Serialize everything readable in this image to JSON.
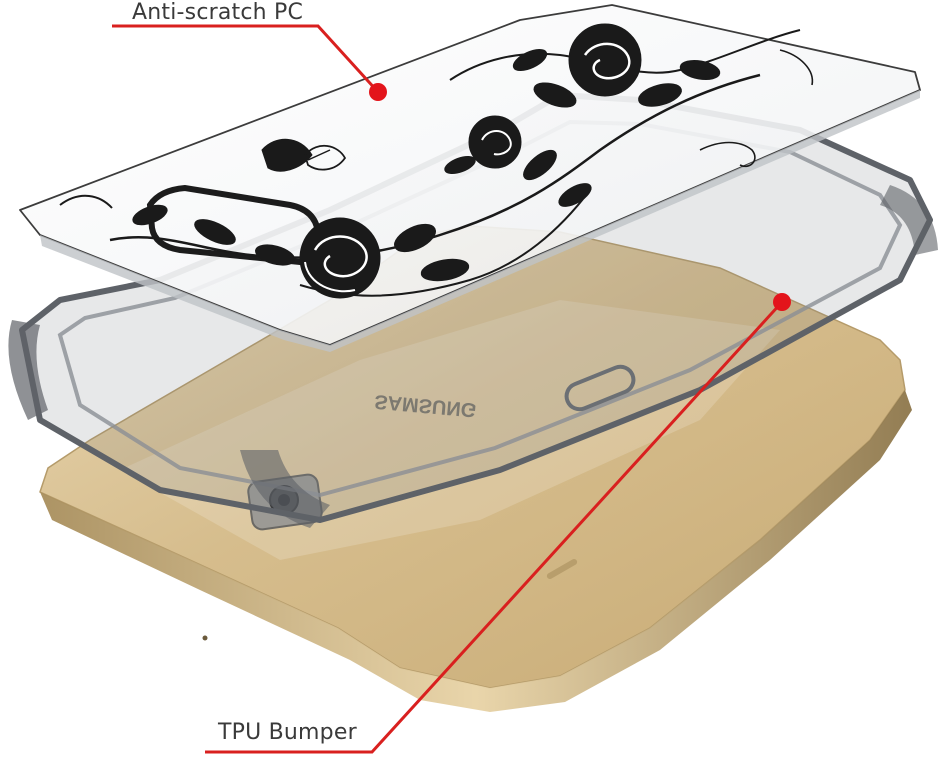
{
  "callouts": {
    "top_label": "Anti-scratch PC",
    "bottom_label": "TPU Bumper"
  },
  "phone": {
    "brand_text": "SAMSUNG"
  },
  "colors": {
    "callout_line": "#d9201f",
    "callout_dot": "#e3141b",
    "phone_gold": "#d8c095",
    "bumper_gray": "#6f7277",
    "print_black": "#1a1a1a"
  }
}
